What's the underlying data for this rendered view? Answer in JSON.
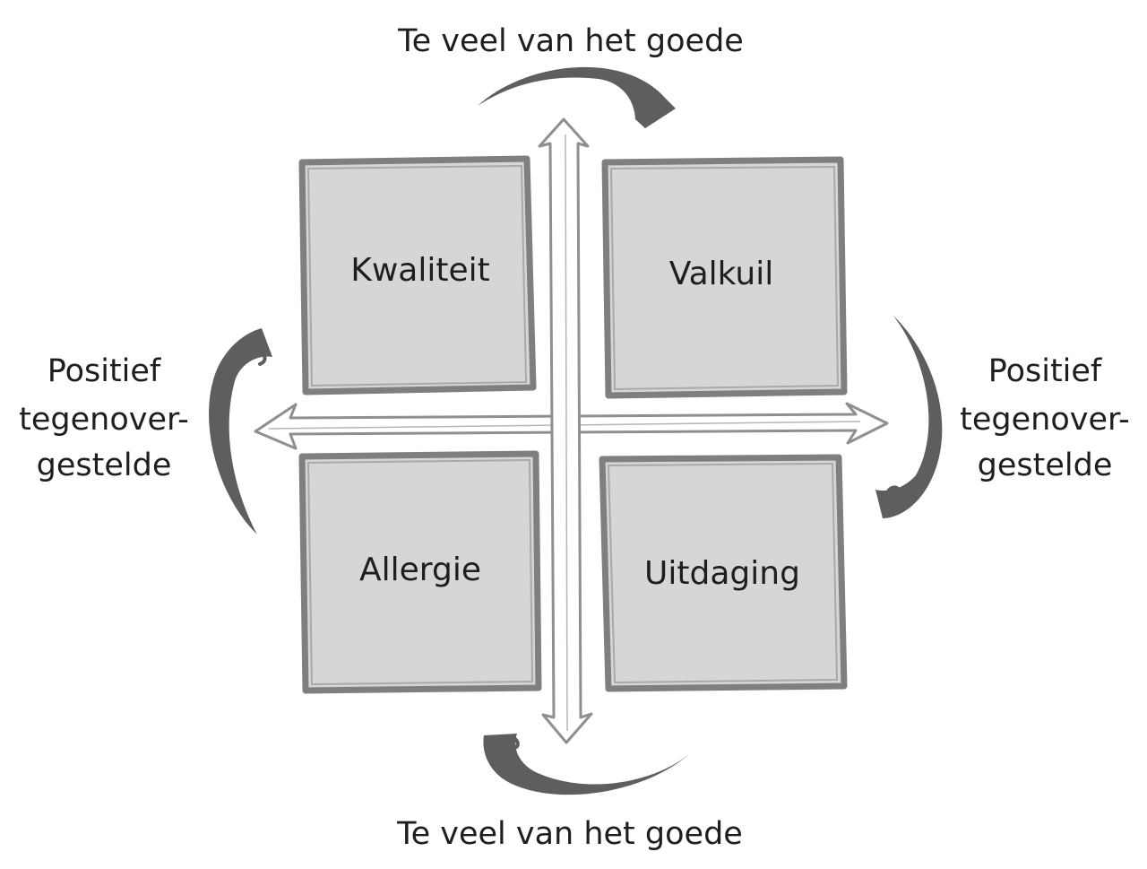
{
  "quadrants": {
    "top_left": "Kwaliteit",
    "top_right": "Valkuil",
    "bottom_left": "Allergie",
    "bottom_right": "Uitdaging"
  },
  "labels": {
    "top": "Te veel van het goede",
    "bottom": "Te veel van het goede",
    "left": [
      "Positief",
      "tegenover-",
      "gestelde"
    ],
    "right": [
      "Positief",
      "tegenover-",
      "gestelde"
    ]
  },
  "colors": {
    "box_fill": "#d6d6d6",
    "box_stroke": "#7f7f7f",
    "arrow": "#5e5e5e",
    "text": "#1e1e1e"
  }
}
